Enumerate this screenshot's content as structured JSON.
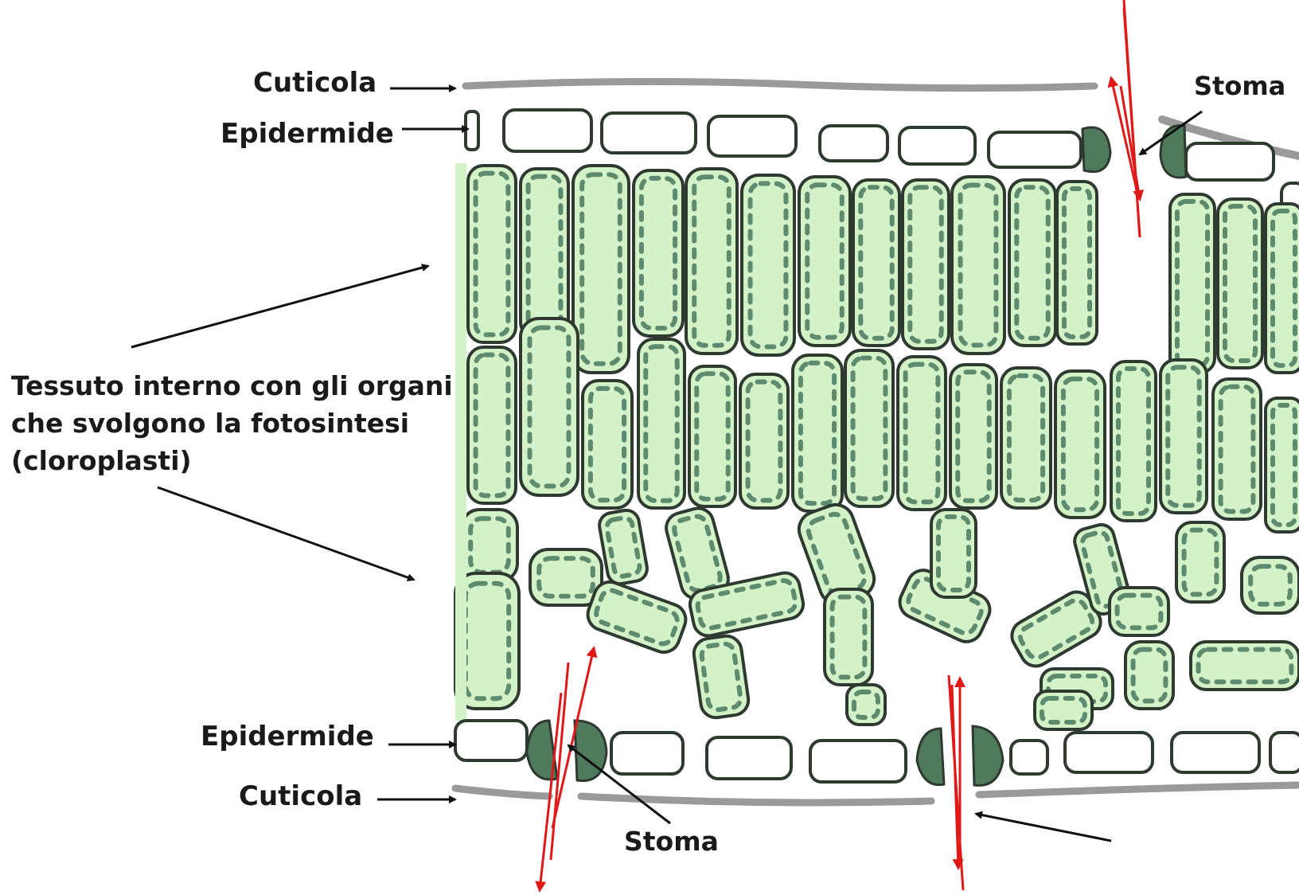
{
  "labels": {
    "cuticola_top": "Cuticola",
    "epidermide_top": "Epidermide",
    "stoma_top": "Stoma",
    "tessuto_line1": "Tessuto interno con gli organi",
    "tessuto_line2": "che svolgono la fotosintesi",
    "tessuto_line3": "(cloroplasti)",
    "epidermide_bottom": "Epidermide",
    "cuticola_bottom": "Cuticola",
    "stoma_bottom": "Stoma"
  },
  "colors": {
    "cell_fill": "#d3f2c8",
    "cell_stroke": "#2e3a30",
    "chloroplast": "#5e8a6e",
    "guard_cell": "#4f7a5c",
    "cuticle": "#9a9a9a",
    "gas_arrow": "#e01818",
    "label_arrow": "#111111"
  }
}
